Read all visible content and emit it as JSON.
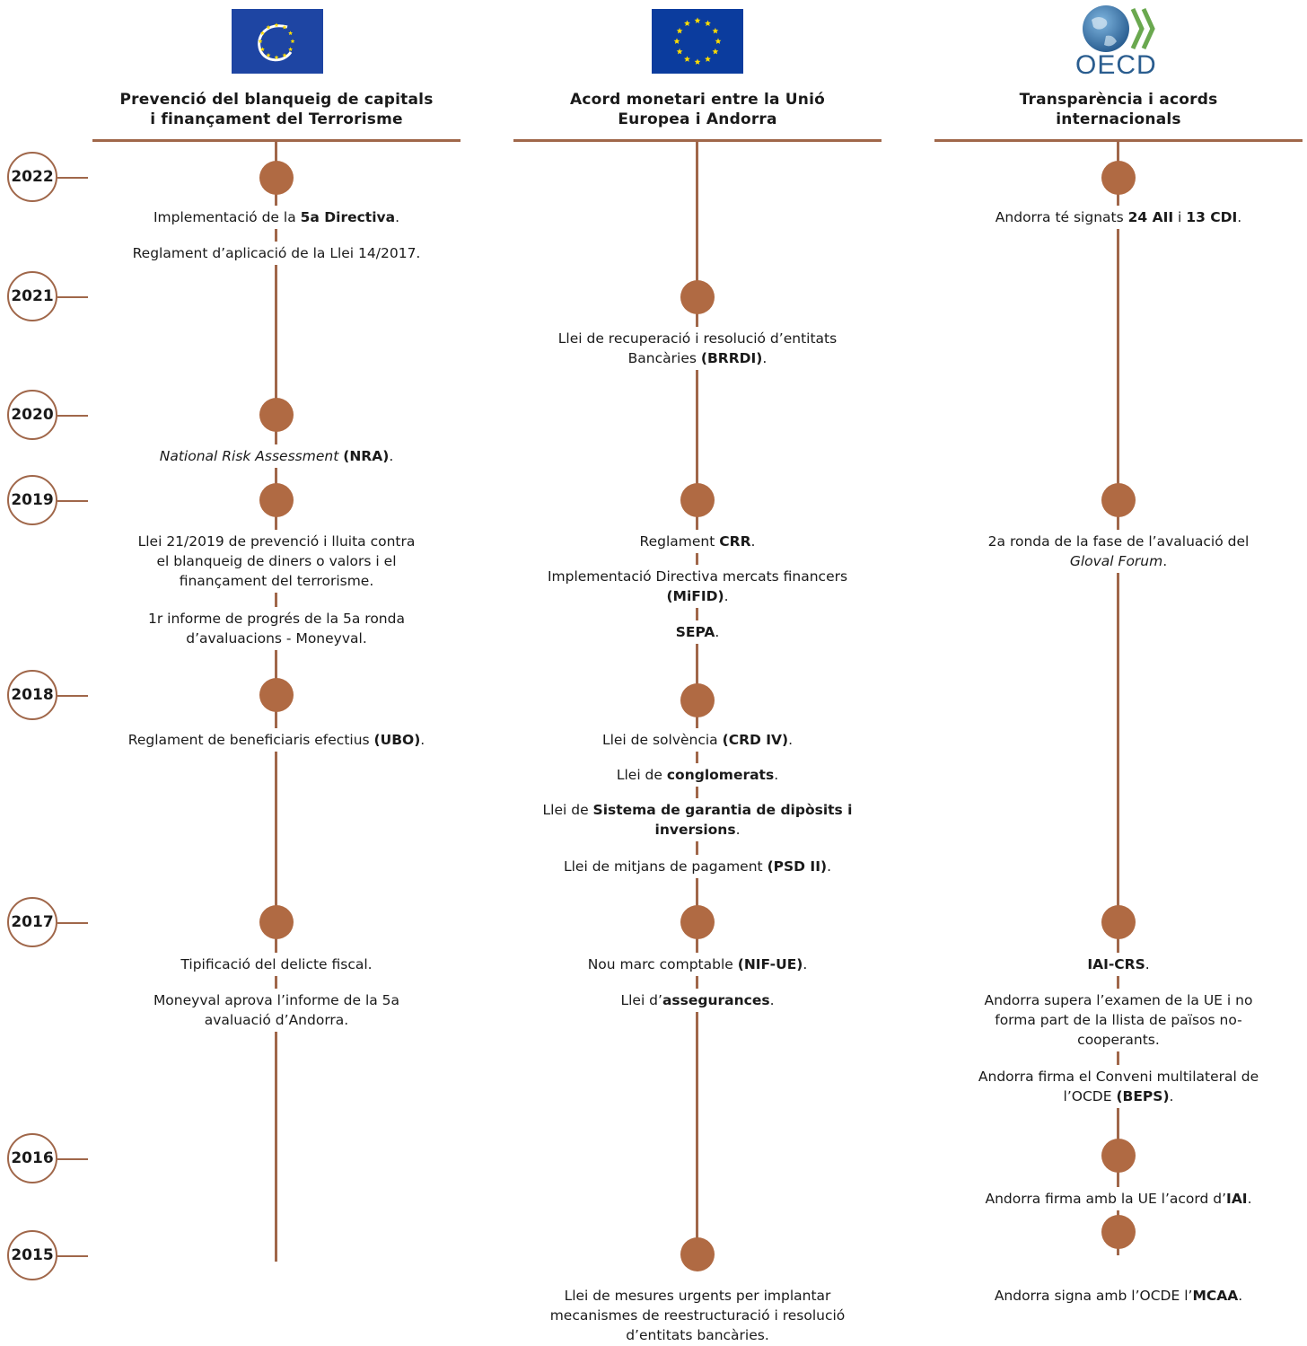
{
  "columns": [
    {
      "title_line1": "Prevenció del blanqueig de capitals",
      "title_line2": "i finançament del Terrorisme",
      "logo_icon": "council-of-europe-logo"
    },
    {
      "title_line1": "Acord monetari entre la Unió",
      "title_line2": "Europea i Andorra",
      "logo_icon": "eu-flag-logo"
    },
    {
      "title_line1": "Transparència i acords",
      "title_line2": "internacionals",
      "logo_icon": "oecd-logo",
      "logo_text": "OECD"
    }
  ],
  "years": [
    "2022",
    "2021",
    "2020",
    "2019",
    "2018",
    "2017",
    "2016",
    "2015"
  ],
  "events": {
    "c1_2022a": {
      "pre": "Implementació de la ",
      "bold": "5a Directiva",
      "post": "."
    },
    "c1_2022b": {
      "text": "Reglament d’aplicació de la Llei 14/2017."
    },
    "c1_2020": {
      "italic": "National Risk Assessment",
      "pre": " ",
      "bold": "(NRA)",
      "post": "."
    },
    "c1_2019a": {
      "l1": "Llei 21/2019 de prevenció i lluita contra",
      "l2": "el blanqueig de diners o valors i el",
      "l3": "finançament del terrorisme."
    },
    "c1_2019b": {
      "l1": "1r informe de progrés de la 5a ronda",
      "l2": "d’avaluacions - Moneyval."
    },
    "c1_2018": {
      "pre": "Reglament de beneficiaris efectius ",
      "bold": "(UBO)",
      "post": "."
    },
    "c1_2017a": {
      "text": "Tipificació del delicte fiscal."
    },
    "c1_2017b": {
      "l1": "Moneyval aprova l’informe de la 5a",
      "l2": "avaluació d’Andorra."
    },
    "c2_2021": {
      "l1": "Llei de recuperació i resolució d’entitats",
      "pre": "Bancàries ",
      "bold": "(BRRDI)",
      "post": "."
    },
    "c2_2019a": {
      "pre": "Reglament ",
      "bold": "CRR",
      "post": "."
    },
    "c2_2019b": {
      "l1": "Implementació Directiva mercats financers",
      "bold": "(MiFID)",
      "post": "."
    },
    "c2_2019c": {
      "bold": "SEPA",
      "post": "."
    },
    "c2_2018a": {
      "pre": "Llei de solvència ",
      "bold": "(CRD IV)",
      "post": "."
    },
    "c2_2018b": {
      "pre": "Llei de ",
      "bold": "conglomerats",
      "post": "."
    },
    "c2_2018c": {
      "pre": "Llei de ",
      "bold1": "Sistema de garantia de dipòsits i",
      "bold2": "inversions",
      "post": "."
    },
    "c2_2018d": {
      "pre": "Llei de mitjans de pagament ",
      "bold": "(PSD II)",
      "post": "."
    },
    "c2_2017a": {
      "pre": "Nou marc comptable ",
      "bold": "(NIF-UE)",
      "post": "."
    },
    "c2_2017b": {
      "pre": "Llei d’",
      "bold": "assegurances",
      "post": "."
    },
    "c2_2015": {
      "l1": "Llei de mesures urgents per implantar",
      "l2": "mecanismes de reestructuració i resolució",
      "l3": "d’entitats bancàries."
    },
    "c3_2022": {
      "pre": "Andorra té signats ",
      "bold1": "24 AII",
      "mid": " i ",
      "bold2": "13 CDI",
      "post": "."
    },
    "c3_2019": {
      "l1": "2a ronda de la fase de l’avaluació del",
      "italic": "Gloval Forum",
      "post": "."
    },
    "c3_2017a": {
      "bold": "IAI-CRS",
      "post": "."
    },
    "c3_2017b": {
      "l1": "Andorra supera l’examen de la UE i no",
      "l2": "forma part de la llista de països no-",
      "l3": "cooperants."
    },
    "c3_2017c": {
      "l1": "Andorra firma el Conveni multilateral de",
      "pre": "l’OCDE ",
      "bold": "(BEPS)",
      "post": "."
    },
    "c3_2016": {
      "pre": "Andorra firma amb la UE l’acord d’",
      "bold": "IAI",
      "post": "."
    },
    "c3_2015": {
      "pre": "Andorra signa amb l’OCDE l’",
      "bold": "MCAA",
      "post": "."
    }
  },
  "colors": {
    "accent_line": "#a0674a",
    "dot": "#b06a43",
    "flag_blue": "#0b3c9e",
    "star_yellow": "#ffdd00"
  }
}
